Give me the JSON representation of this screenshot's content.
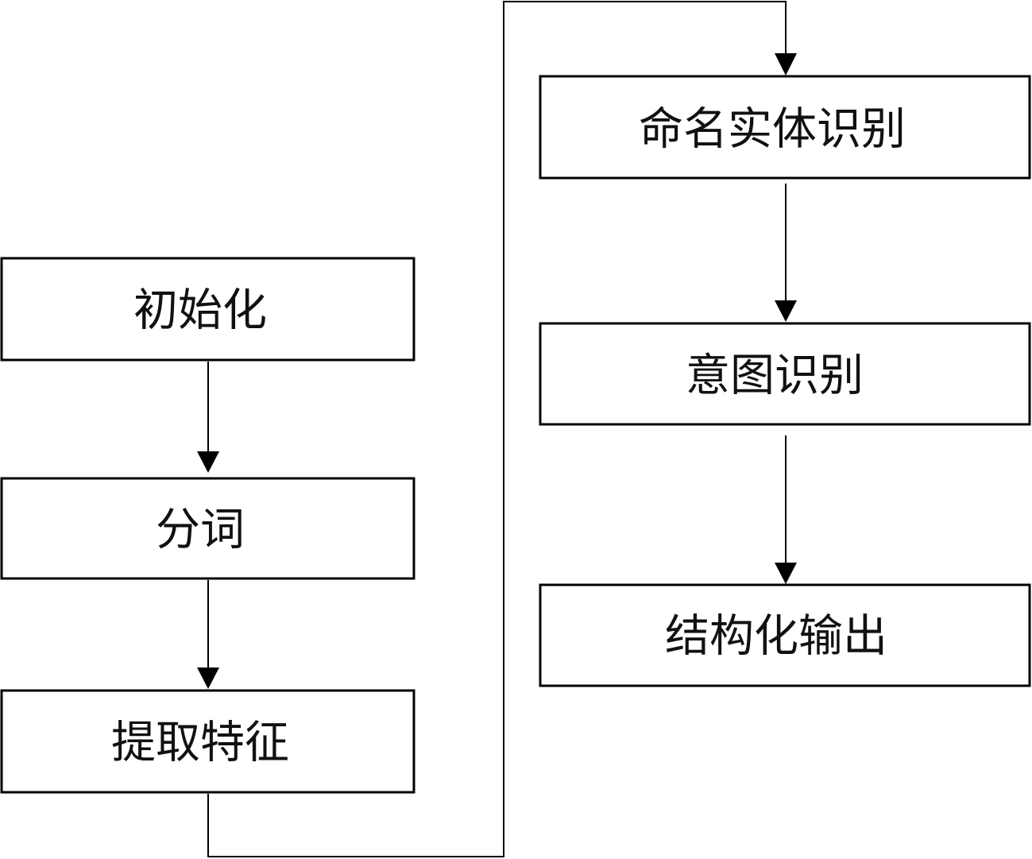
{
  "nodes": {
    "initialize": "初始化",
    "tokenize": "分词",
    "extract_features": "提取特征",
    "named_entity_recognition": "命名实体识别",
    "intent_recognition": "意图识别",
    "structured_output": "结构化输出"
  }
}
